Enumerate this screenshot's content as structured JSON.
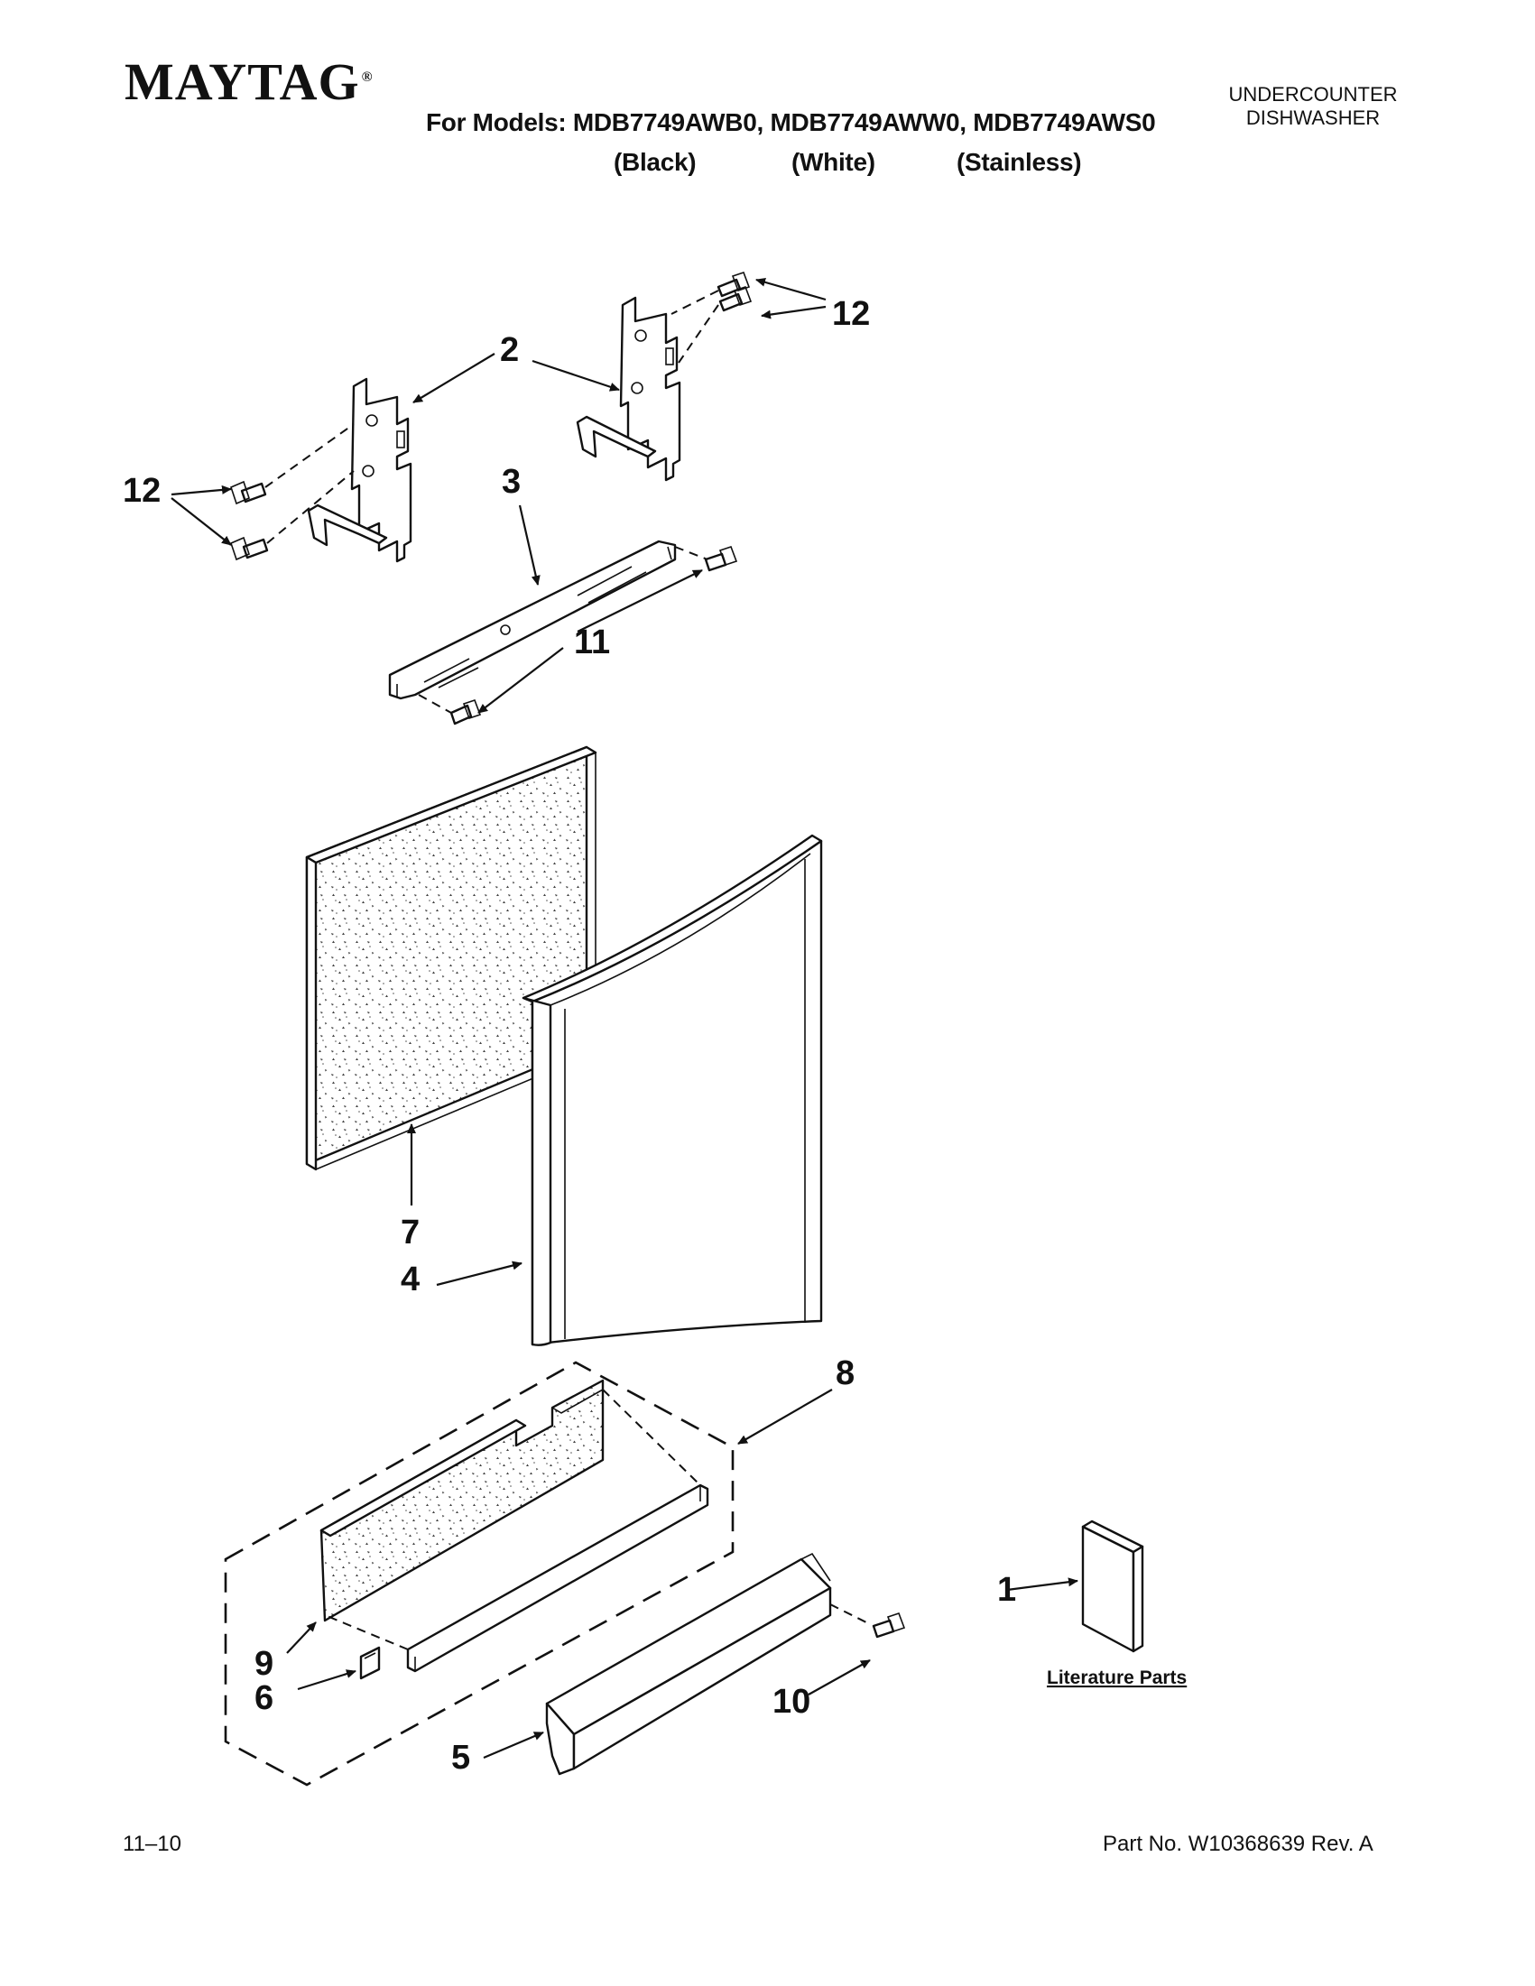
{
  "header": {
    "brand": "MAYTAG",
    "brand_mark": "®",
    "models_line": "For Models: MDB7749AWB0, MDB7749AWW0, MDB7749AWS0",
    "colors": [
      "(Black)",
      "(White)",
      "(Stainless)"
    ],
    "category_line1": "UNDERCOUNTER",
    "category_line2": "DISHWASHER"
  },
  "callouts": {
    "c1": "1",
    "c2": "2",
    "c3": "3",
    "c4": "4",
    "c5": "5",
    "c6": "6",
    "c7": "7",
    "c8": "8",
    "c9": "9",
    "c10": "10",
    "c11": "11",
    "c12a": "12",
    "c12b": "12"
  },
  "literature_label": "Literature Parts",
  "footer": {
    "date_code": "11–10",
    "part_number": "Part No. W10368639 Rev. A"
  }
}
